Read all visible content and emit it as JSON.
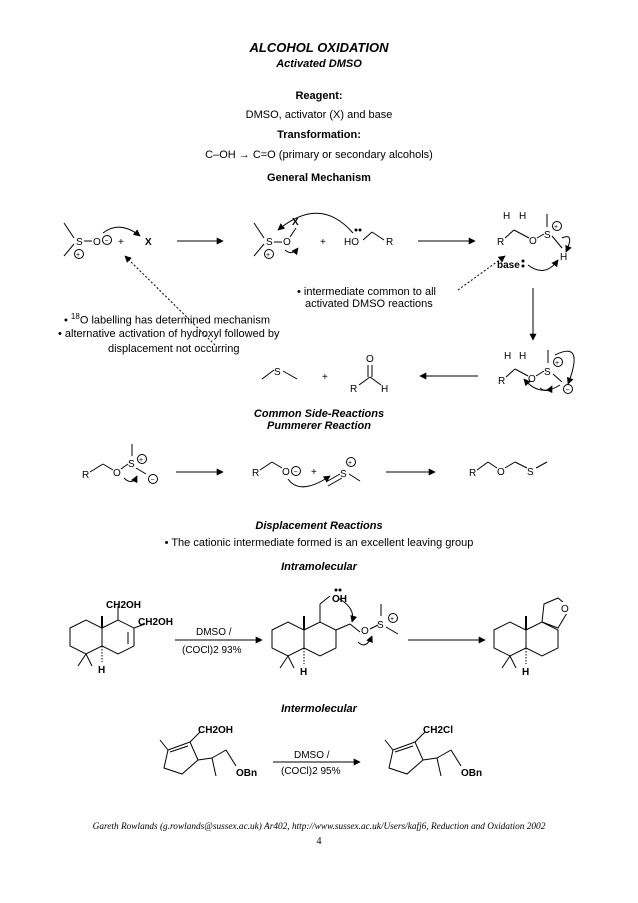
{
  "header": {
    "title": "ALCOHOL OXIDATION",
    "subtitle": "Activated DMSO"
  },
  "reagent": {
    "heading": "Reagent:",
    "text": "DMSO, activator (X) and base"
  },
  "transformation": {
    "heading": "Transformation:",
    "text": "C–OH → C=O (primary or secondary alcohols)"
  },
  "general_mechanism": {
    "heading": "General Mechanism",
    "atoms": {
      "S": "S",
      "O": "O",
      "X": "X",
      "R": "R",
      "H": "H",
      "HO": "HO",
      "base": "base",
      "plus": "+",
      "pos": "+",
      "neg": "−"
    },
    "note_intermediate": [
      "• intermediate common to all",
      "activated DMSO reactions"
    ],
    "note_labelling_superscript": "18",
    "note_labelling": "O labelling has determined mechanism",
    "note_labelling_bullet": "•",
    "note_alternative": [
      "• alternative activation of hydroxyl followed by",
      "displacement not occurring"
    ]
  },
  "side_reactions": {
    "heading": "Common Side-Reactions",
    "subheading": "Pummerer Reaction"
  },
  "displacement": {
    "heading": "Displacement Reactions",
    "text": "• The cationic intermediate formed is an excellent leaving group",
    "intramolecular": {
      "heading": "Intramolecular",
      "substituent_1": "CH2OH",
      "substituent_2": "CH2OH",
      "oh_label": "OH",
      "H": "H",
      "reagent_line1": "DMSO /",
      "reagent_line2": "(COCl)2 93%"
    },
    "intermolecular": {
      "heading": "Intermolecular",
      "substituent_sm": "CH2OH",
      "substituent_pr": "CH2Cl",
      "obn": "OBn",
      "reagent_line1": "DMSO /",
      "reagent_line2": "(COCl)2 95%"
    }
  },
  "footer": {
    "text": "Gareth Rowlands (g.rowlands@sussex.ac.uk) Ar402, http://www.sussex.ac.uk/Users/kafj6, Reduction and Oxidation 2002",
    "page": "4"
  }
}
